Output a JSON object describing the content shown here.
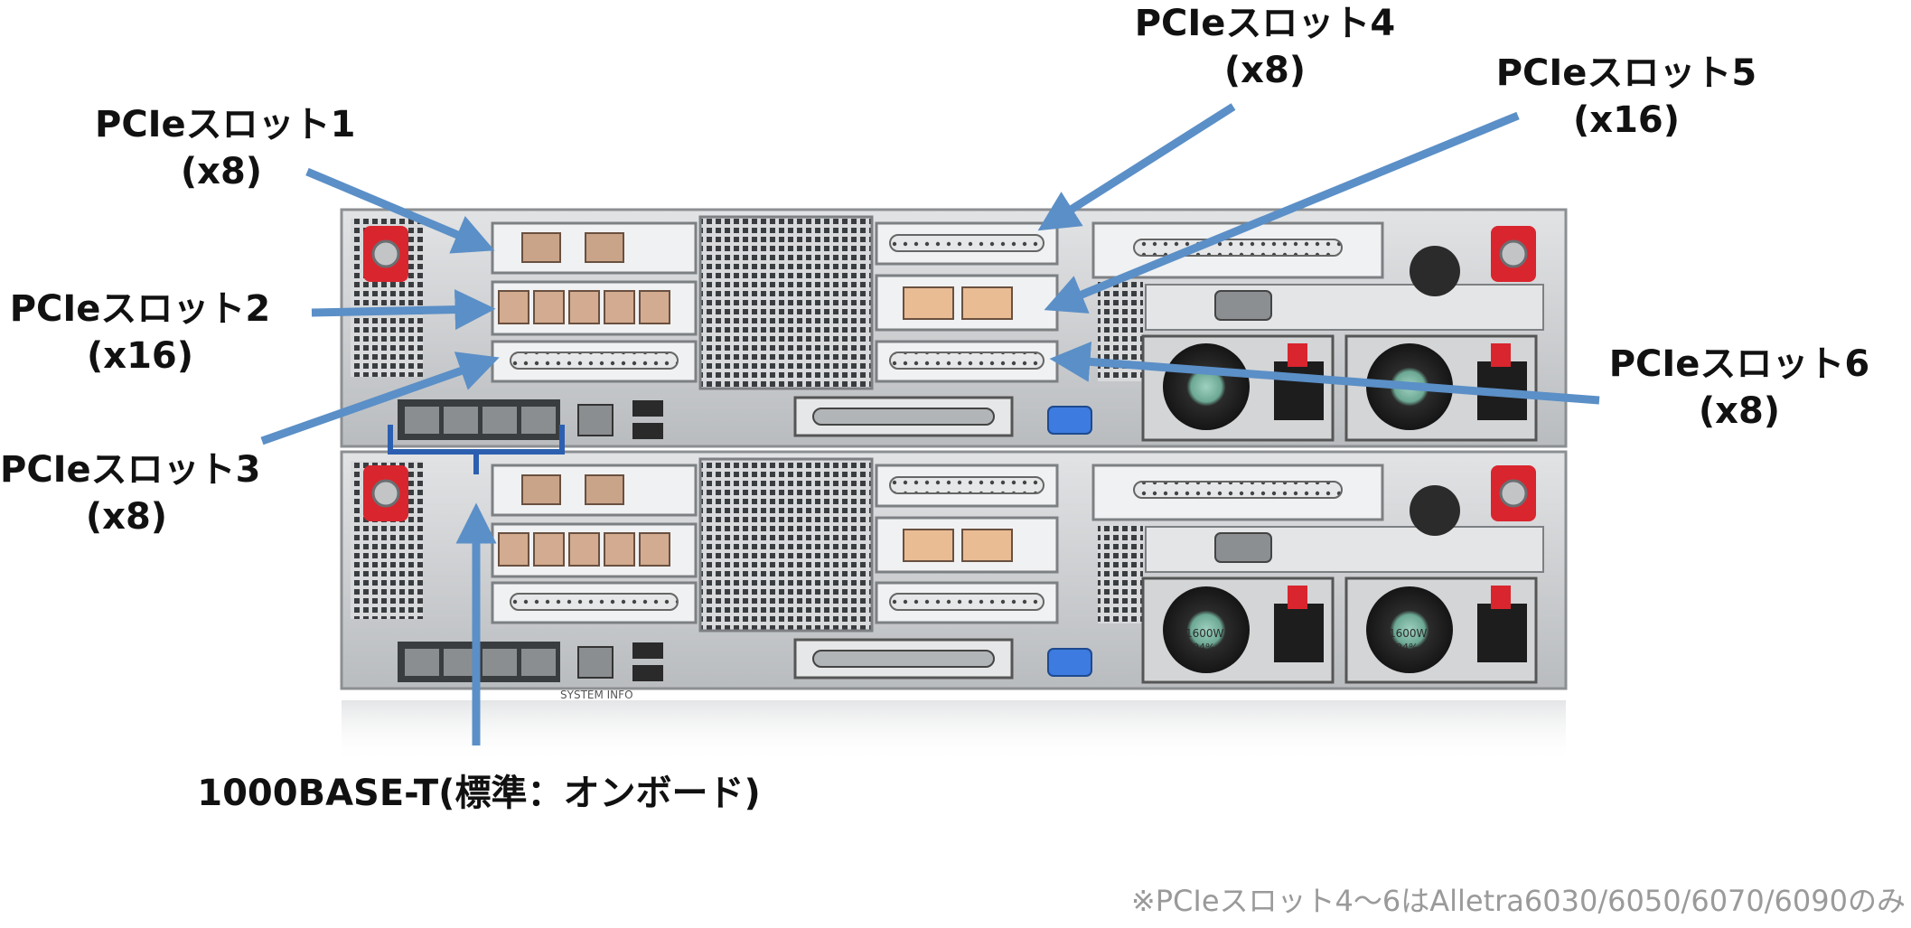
{
  "labels": {
    "slot1": {
      "name": "PCIeスロット1",
      "lanes": "(x8)"
    },
    "slot2": {
      "name": "PCIeスロット2",
      "lanes": "(x16)"
    },
    "slot3": {
      "name": "PCIeスロット3",
      "lanes": "(x8)"
    },
    "slot4": {
      "name": "PCIeスロット4",
      "lanes": "(x8)"
    },
    "slot5": {
      "name": "PCIeスロット5",
      "lanes": "(x16)"
    },
    "slot6": {
      "name": "PCIeスロット6",
      "lanes": "(x8)"
    },
    "lan": "1000BASE-T(標準：オンボード)"
  },
  "footnote": "※PCIeスロット4～6はAlletra6030/6050/6070/6090のみ",
  "hardware": {
    "system_info_tag": "SYSTEM INFO",
    "psu_wattage": "1600W",
    "psu_efficiency": "94%"
  },
  "colors": {
    "arrow": "#5b8fc7",
    "chassis": "#c9cbcd",
    "handle": "#d9252e",
    "vga_port": "#3d7be0"
  }
}
